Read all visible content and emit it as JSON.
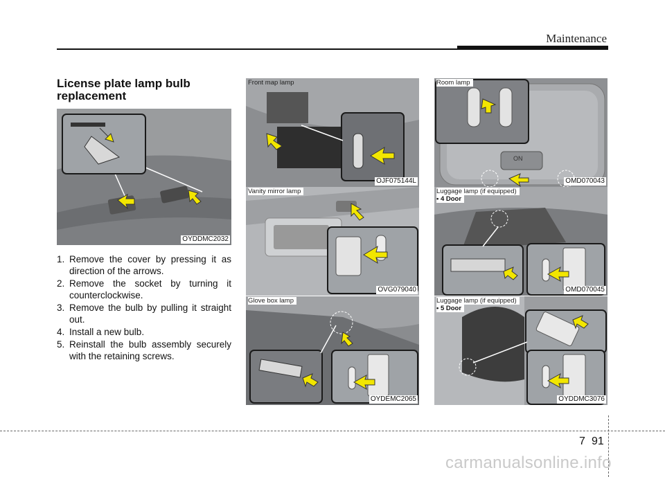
{
  "header": {
    "section_title": "Maintenance"
  },
  "section": {
    "title": "License plate lamp bulb replacement"
  },
  "steps": [
    {
      "num": "1.",
      "text": "Remove the cover by pressing it as direction of the arrows."
    },
    {
      "num": "2.",
      "text": "Remove the socket by turning it counterclockwise."
    },
    {
      "num": "3.",
      "text": "Remove the bulb by pulling it straight out."
    },
    {
      "num": "4.",
      "text": "Install a new bulb."
    },
    {
      "num": "5.",
      "text": "Reinstall the bulb assembly securely with the retaining screws."
    }
  ],
  "figures": {
    "license_plate": {
      "code": "OYDDMC2032"
    },
    "front_map": {
      "caption": "Front map lamp",
      "code": "OJF075144L"
    },
    "vanity_mirror": {
      "caption": "Vanity mirror lamp",
      "code": "OVG079040"
    },
    "glove_box": {
      "caption": "Glove box lamp",
      "code": "OYDEMC2065"
    },
    "room": {
      "caption": "Room lamp",
      "code": "OMD070043",
      "button_text": "ON"
    },
    "luggage_4door": {
      "caption": "Luggage lamp (if equipped)",
      "sub": "• 4 Door",
      "code": "OMD070045"
    },
    "luggage_5door": {
      "caption": "Luggage lamp (if equipped)",
      "sub": "• 5 Door",
      "code": "OYDDMC3076"
    }
  },
  "footer": {
    "chapter": "7",
    "page": "91",
    "watermark": "carmanualsonline.info"
  },
  "colors": {
    "arrow": "#f2e600",
    "photo_gray": "#8d8f92",
    "inset_border": "#1a1a1a"
  }
}
